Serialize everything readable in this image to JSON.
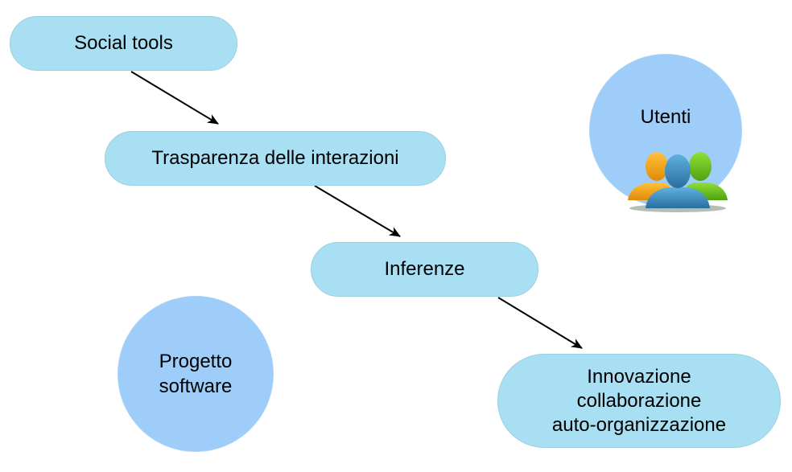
{
  "nodes": {
    "social_tools": "Social tools",
    "trasparenza": "Trasparenza delle interazioni",
    "inferenze": "Inferenze",
    "innovazione": {
      "line1": "Innovazione",
      "line2": "collaborazione",
      "line3": "auto-organizzazione"
    },
    "utenti": "Utenti",
    "progetto": {
      "line1": "Progetto",
      "line2": "software"
    }
  },
  "icons": {
    "users": "users-group-icon"
  },
  "colors": {
    "pill_fill": "#a9dff2",
    "circle_fill": "#9ecdfa",
    "arrow": "#000000"
  }
}
